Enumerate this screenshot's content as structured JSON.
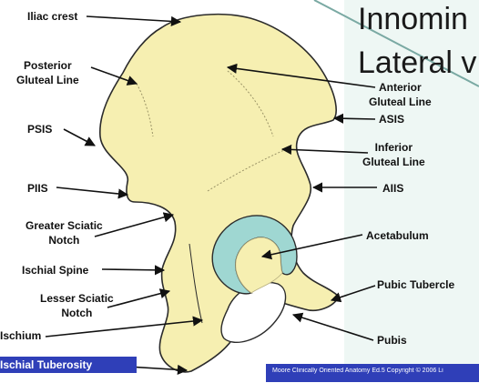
{
  "slide": {
    "title_line1": "Innomin",
    "title_line2": "Lateral v",
    "credit": "Moore Clinically Oriented Anatomy Ed.5 Copyright © 2006 Li"
  },
  "labels": {
    "iliac_crest": "Iliac crest",
    "posterior_gluteal_line": "Posterior\nGluteal Line",
    "psis": "PSIS",
    "piis": "PIIS",
    "greater_sciatic_notch": "Greater Sciatic\nNotch",
    "ischial_spine": "Ischial Spine",
    "lesser_sciatic_notch": "Lesser Sciatic\nNotch",
    "ischium": "Ischium",
    "ischial_tuberosity": "Ischial Tuberosity",
    "anterior_gluteal_line": "Anterior\nGluteal Line",
    "asis": "ASIS",
    "inferior_gluteal_line": "Inferior\nGluteal Line",
    "aiis": "AIIS",
    "acetabulum": "Acetabulum",
    "pubic_tubercle": "Pubic Tubercle",
    "pubis": "Pubis"
  },
  "colors": {
    "bone": "#f6efb1",
    "bone_outline": "#2b2b2b",
    "acetabulum": "#9fd7d2",
    "accent_band": "#2f3fb8",
    "panel": "#e8f5f1"
  }
}
